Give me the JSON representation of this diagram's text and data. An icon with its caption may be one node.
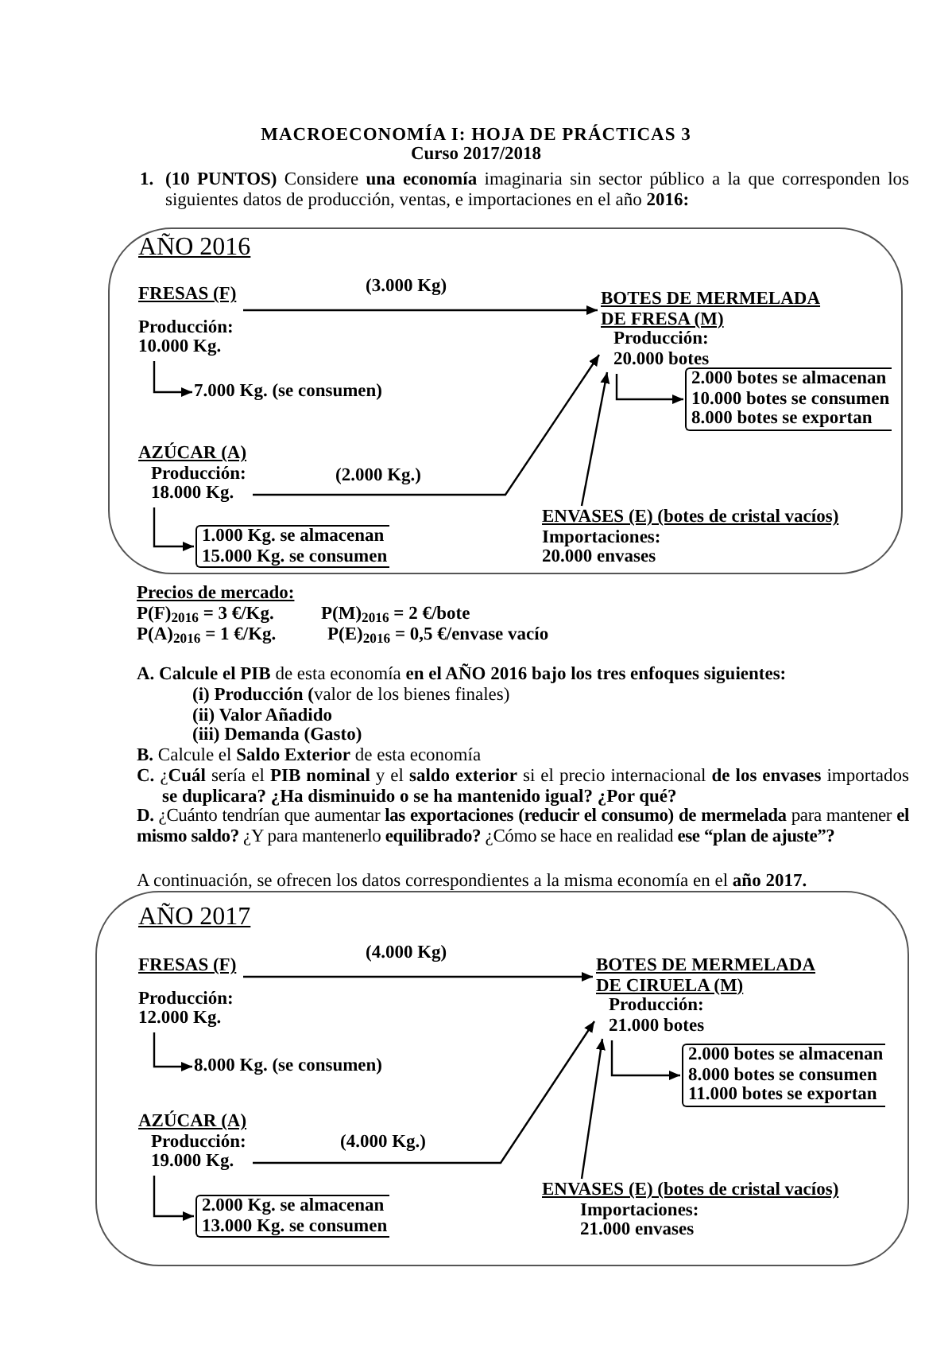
{
  "diagram": {
    "title": "MACROECONOMÍA I: HOJA DE PRÁCTICAS 3",
    "nodes": [
      {
        "text": [
          "AÑO 2016"
        ]
      },
      {
        "text": [
          "FRESAS (F)",
          "Producción:",
          "10.000 Kg."
        ],
        "in": 0
      },
      {
        "text": [
          "7.000 Kg. (se consumen)"
        ],
        "in": 0
      },
      {
        "text": [
          "BOTES DE MERMELADA DE FRESA (M)",
          "Producción:",
          "20.000 botes"
        ],
        "in": 0
      },
      {
        "text": [
          "2.000 botes se almacenan",
          "10.000 botes se consumen",
          "8.000 botes se exportan"
        ],
        "in": 0
      },
      {
        "text": [
          "AZÚCAR (A)",
          "Producción:",
          "18.000 Kg."
        ],
        "in": 0
      },
      {
        "text": [
          "1.000 Kg. se almacenan",
          "15.000 Kg. se consumen"
        ],
        "in": 0
      },
      {
        "text": [
          "ENVASES (E) (botes de cristal vacíos)",
          "Importaciones:",
          "20.000 envases"
        ],
        "in": 0
      },
      {
        "text": [
          "AÑO 2017"
        ]
      },
      {
        "text": [
          "FRESAS (F)",
          "Producción:",
          "12.000 Kg."
        ],
        "in": 8
      },
      {
        "text": [
          "8.000 Kg. (se consumen)"
        ],
        "in": 8
      },
      {
        "text": [
          "BOTES DE MERMELADA DE CIRUELA (M)",
          "Producción:",
          "21.000 botes"
        ],
        "in": 8
      },
      {
        "text": [
          "2.000 botes se almacenan",
          "8.000 botes se consumen",
          "11.000 botes se exportan"
        ],
        "in": 8
      },
      {
        "text": [
          "AZÚCAR (A)",
          "Producción:",
          "19.000 Kg."
        ],
        "in": 8
      },
      {
        "text": [
          "2.000 Kg. se almacenan",
          "13.000 Kg. se consumen"
        ],
        "in": 8
      },
      {
        "text": [
          "ENVASES (E) (botes de cristal vacíos)",
          "Importaciones:",
          "21.000 envases"
        ],
        "in": 8
      }
    ],
    "edges": [
      {
        "from": 1,
        "to": 3,
        "arrow": "to",
        "label": "(3.000 Kg)"
      },
      {
        "from": 1,
        "to": 2,
        "arrow": "to"
      },
      {
        "from": 3,
        "to": 4,
        "arrow": "to"
      },
      {
        "from": 5,
        "to": 3,
        "arrow": "to",
        "label": "(2.000 Kg.)"
      },
      {
        "from": 7,
        "to": 3,
        "arrow": "to"
      },
      {
        "from": 5,
        "to": 6,
        "arrow": "to"
      },
      {
        "from": 9,
        "to": 11,
        "arrow": "to",
        "label": "(4.000 Kg)"
      },
      {
        "from": 9,
        "to": 10,
        "arrow": "to"
      },
      {
        "from": 11,
        "to": 12,
        "arrow": "to"
      },
      {
        "from": 13,
        "to": 11,
        "arrow": "to",
        "label": "(4.000 Kg.)"
      },
      {
        "from": 15,
        "to": 11,
        "arrow": "to"
      },
      {
        "from": 13,
        "to": 14,
        "arrow": "to"
      }
    ],
    "labels": [
      "Curso 2017/2018",
      "1.",
      "**(10 PUNTOS)** Considere **una economía** imaginaria sin sector público a la que corresponden los siguientes datos de producción, ventas, e importaciones en el año **2016:**",
      "Precios de mercado:",
      "P(F)$_{2016}$ = 3 €/Kg.",
      "P(M)$_{2016}$ = 2 €/bote",
      "P(A)$_{2016}$ = 1 €/Kg.",
      "P(E)$_{2016}$ = 0,5 €/envase vacío",
      "**A. Calcule el PIB** de esta economía **en el AÑO 2016 bajo los tres enfoques siguientes:**",
      "**(i) Producción (**valor de los bienes finales)",
      "(ii) Valor Añadido",
      "(iii) Demanda (Gasto)",
      "**B.** Calcule el **Saldo Exterior** de esta economía",
      "**C.** ¿**Cuál** sería el **PIB nominal** y el **saldo exterior** si el precio internacional **de los envases** importados **se duplicara? ¿Ha disminuido o se ha mantenido igual? ¿Por qué?**",
      "**D.** ¿Cuánto tendrían que aumentar **las exportaciones (reducir el consumo) de mermelada** para mantener **el mismo saldo?** ¿Y para mantenerlo **equilibrado?** ¿Cómo se hace en realidad **ese “plan de ajuste”?**",
      "A continuación, se ofrecen los datos correspondientes a la misma economía en el **año 2017.**"
    ]
  }
}
